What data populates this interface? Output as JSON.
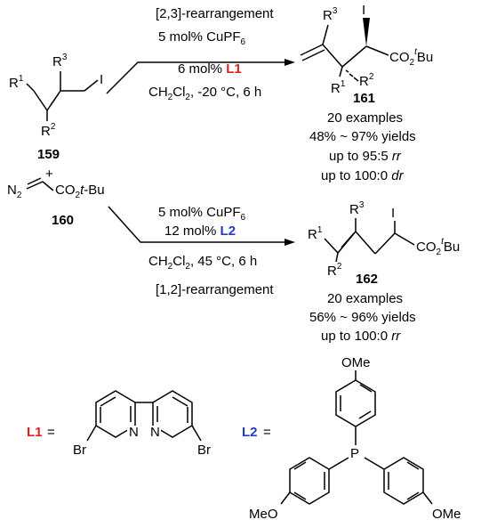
{
  "compounds": {
    "c159": "159",
    "c160": "160",
    "c161": "161",
    "c162": "162",
    "plus": "+"
  },
  "atoms": {
    "R1": "R",
    "R1_sup": "1",
    "R2": "R",
    "R2_sup": "2",
    "R3": "R",
    "R3_sup": "3",
    "I": "I",
    "N2": "N",
    "N2_sub": "2",
    "CO2": "CO",
    "CO2_sub": "2",
    "tBu_t": "t",
    "tBu_rest": "-Bu",
    "Bu": "Bu",
    "N": "N",
    "Br": "Br",
    "P": "P",
    "OMe": "OMe",
    "MeO": "MeO"
  },
  "reaction1": {
    "line1": "[2,3]-rearrangement",
    "line2_pre": "5 mol% CuPF",
    "line2_sub": "6",
    "line3_pre": "6 mol% ",
    "line3_ligand": "L1",
    "line4_a": "CH",
    "line4_sub1": "2",
    "line4_b": "Cl",
    "line4_sub2": "2",
    "line4_c": ", -20 °C, 6 h",
    "examples": "20 examples",
    "yields": "48% ~ 97% yields",
    "rr_pre": "up to 95:5 ",
    "rr_it": "rr",
    "dr_pre": "up to 100:0 ",
    "dr_it": "dr"
  },
  "reaction2": {
    "line1_pre": "5 mol% CuPF",
    "line1_sub": "6",
    "line2_pre": "12 mol% ",
    "line2_ligand": "L2",
    "line3_a": "CH",
    "line3_sub1": "2",
    "line3_b": "Cl",
    "line3_sub2": "2",
    "line3_c": ", 45 °C, 6 h",
    "line4": "[1,2]-rearrangement",
    "examples": "20 examples",
    "yields": "56% ~ 96% yields",
    "rr_pre": "up to 100:0 ",
    "rr_it": "rr"
  },
  "ligands": {
    "L1_label": "L1",
    "L2_label": "L2",
    "equals": "="
  },
  "colors": {
    "L1": "#e0201b",
    "L2": "#1f3ec8"
  }
}
